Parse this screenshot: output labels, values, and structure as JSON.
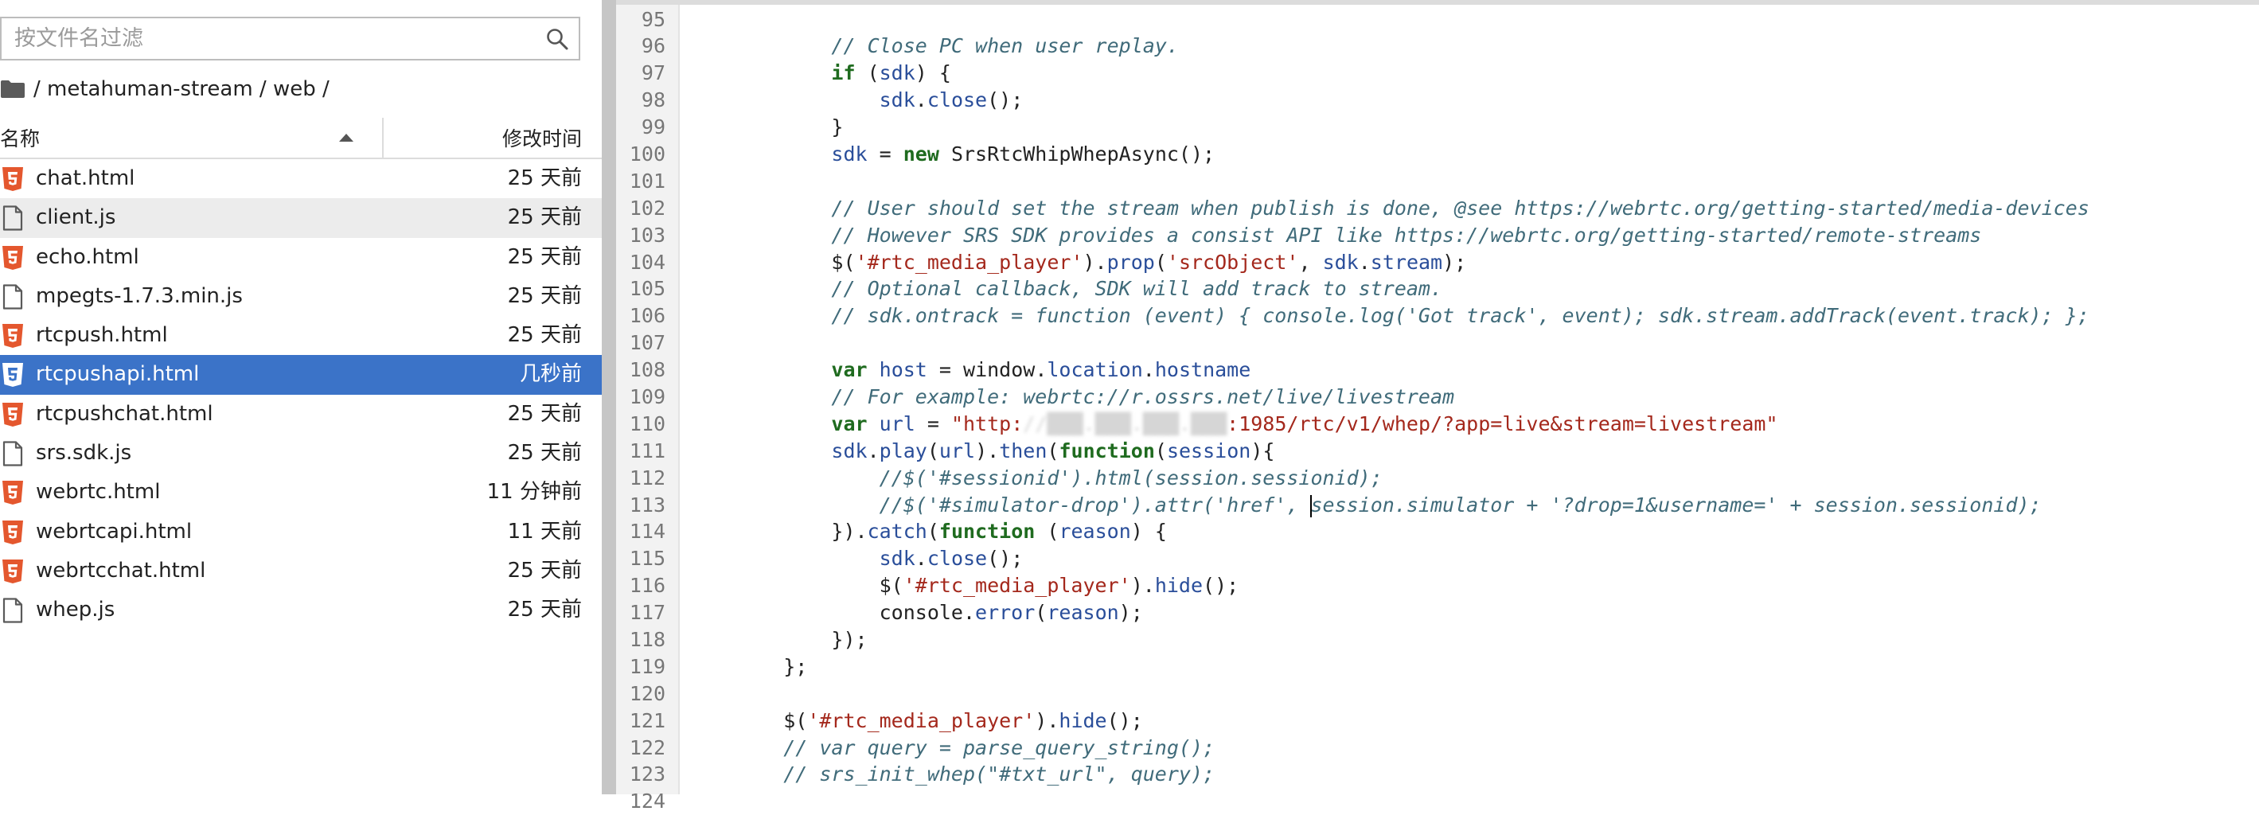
{
  "file_browser": {
    "filter_placeholder": "按文件名过滤",
    "filter_value": "",
    "breadcrumb": "/ metahuman-stream / web /",
    "columns": {
      "name": "名称",
      "modified": "修改时间"
    },
    "sort": {
      "column": "name",
      "direction": "ascending"
    },
    "files": [
      {
        "name": "chat.html",
        "modified": "25 天前",
        "icon": "html5-file-icon",
        "state": "normal"
      },
      {
        "name": "client.js",
        "modified": "25 天前",
        "icon": "generic-file-icon",
        "state": "hover"
      },
      {
        "name": "echo.html",
        "modified": "25 天前",
        "icon": "html5-file-icon",
        "state": "normal"
      },
      {
        "name": "mpegts-1.7.3.min.js",
        "modified": "25 天前",
        "icon": "generic-file-icon",
        "state": "normal"
      },
      {
        "name": "rtcpush.html",
        "modified": "25 天前",
        "icon": "html5-file-icon",
        "state": "normal"
      },
      {
        "name": "rtcpushapi.html",
        "modified": "几秒前",
        "icon": "html5-file-icon",
        "state": "selected"
      },
      {
        "name": "rtcpushchat.html",
        "modified": "25 天前",
        "icon": "html5-file-icon",
        "state": "normal"
      },
      {
        "name": "srs.sdk.js",
        "modified": "25 天前",
        "icon": "generic-file-icon",
        "state": "normal"
      },
      {
        "name": "webrtc.html",
        "modified": "11 分钟前",
        "icon": "html5-file-icon",
        "state": "normal"
      },
      {
        "name": "webrtcapi.html",
        "modified": "11 天前",
        "icon": "html5-file-icon",
        "state": "normal"
      },
      {
        "name": "webrtcchat.html",
        "modified": "25 天前",
        "icon": "html5-file-icon",
        "state": "normal"
      },
      {
        "name": "whep.js",
        "modified": "25 天前",
        "icon": "generic-file-icon",
        "state": "normal"
      }
    ]
  },
  "editor": {
    "first_line_number": 95,
    "cursor": {
      "line": 113
    },
    "lines": [
      {
        "n": 95,
        "tokens": []
      },
      {
        "n": 96,
        "tokens": [
          [
            "c-comment",
            "        // Close PC when user replay."
          ]
        ]
      },
      {
        "n": 97,
        "tokens": [
          [
            "c-keyword",
            "        if"
          ],
          [
            "c-ident",
            " ("
          ],
          [
            "c-prop",
            "sdk"
          ],
          [
            "c-ident",
            ") {"
          ]
        ]
      },
      {
        "n": 98,
        "tokens": [
          [
            "c-prop",
            "            sdk"
          ],
          [
            "c-ident",
            "."
          ],
          [
            "c-prop",
            "close"
          ],
          [
            "c-ident",
            "();"
          ]
        ]
      },
      {
        "n": 99,
        "tokens": [
          [
            "c-ident",
            "        }"
          ]
        ]
      },
      {
        "n": 100,
        "tokens": [
          [
            "c-prop",
            "        sdk"
          ],
          [
            "c-ident",
            " = "
          ],
          [
            "c-keyword",
            "new"
          ],
          [
            "c-ident",
            " SrsRtcWhipWhepAsync();"
          ]
        ]
      },
      {
        "n": 101,
        "tokens": []
      },
      {
        "n": 102,
        "tokens": [
          [
            "c-comment",
            "        // User should set the stream when publish is done, @see https://webrtc.org/getting-started/media-devices"
          ]
        ]
      },
      {
        "n": 103,
        "tokens": [
          [
            "c-comment",
            "        // However SRS SDK provides a consist API like https://webrtc.org/getting-started/remote-streams"
          ]
        ]
      },
      {
        "n": 104,
        "tokens": [
          [
            "c-ident",
            "        $("
          ],
          [
            "c-string",
            "'#rtc_media_player'"
          ],
          [
            "c-ident",
            ")."
          ],
          [
            "c-prop",
            "prop"
          ],
          [
            "c-ident",
            "("
          ],
          [
            "c-string",
            "'srcObject'"
          ],
          [
            "c-ident",
            ", "
          ],
          [
            "c-prop",
            "sdk"
          ],
          [
            "c-ident",
            "."
          ],
          [
            "c-prop",
            "stream"
          ],
          [
            "c-ident",
            ");"
          ]
        ]
      },
      {
        "n": 105,
        "tokens": [
          [
            "c-comment",
            "        // Optional callback, SDK will add track to stream."
          ]
        ]
      },
      {
        "n": 106,
        "tokens": [
          [
            "c-comment",
            "        // sdk.ontrack = function (event) { console.log('Got track', event); sdk.stream.addTrack(event.track); };"
          ]
        ]
      },
      {
        "n": 107,
        "tokens": []
      },
      {
        "n": 108,
        "tokens": [
          [
            "c-keyword",
            "        var"
          ],
          [
            "c-ident",
            " "
          ],
          [
            "c-prop",
            "host"
          ],
          [
            "c-ident",
            " = window."
          ],
          [
            "c-prop",
            "location"
          ],
          [
            "c-ident",
            "."
          ],
          [
            "c-prop",
            "hostname"
          ]
        ]
      },
      {
        "n": 109,
        "tokens": [
          [
            "c-comment",
            "        // For example: webrtc://r.ossrs.net/live/livestream"
          ]
        ]
      },
      {
        "n": 110,
        "tokens": [
          [
            "c-keyword",
            "        var"
          ],
          [
            "c-ident",
            " "
          ],
          [
            "c-prop",
            "url"
          ],
          [
            "c-ident",
            " = "
          ],
          [
            "c-string",
            "\"http:"
          ],
          [
            "c-blur",
            "//███.███.███.███"
          ],
          [
            "c-string",
            ":1985/rtc/v1/whep/?app=live&stream=livestream\""
          ]
        ]
      },
      {
        "n": 111,
        "tokens": [
          [
            "c-prop",
            "        sdk"
          ],
          [
            "c-ident",
            "."
          ],
          [
            "c-prop",
            "play"
          ],
          [
            "c-ident",
            "("
          ],
          [
            "c-prop",
            "url"
          ],
          [
            "c-ident",
            ")."
          ],
          [
            "c-prop",
            "then"
          ],
          [
            "c-ident",
            "("
          ],
          [
            "c-keyword",
            "function"
          ],
          [
            "c-ident",
            "("
          ],
          [
            "c-prop",
            "session"
          ],
          [
            "c-ident",
            "){"
          ]
        ]
      },
      {
        "n": 112,
        "tokens": [
          [
            "c-comment",
            "            //$('#sessionid').html(session.sessionid);"
          ]
        ]
      },
      {
        "n": 113,
        "tokens": [
          [
            "c-comment",
            "            //$('#simulator-drop').attr('href', "
          ],
          [
            "cursor",
            ""
          ],
          [
            "c-comment",
            "session.simulator + '?drop=1&username=' + session.sessionid);"
          ]
        ]
      },
      {
        "n": 114,
        "tokens": [
          [
            "c-ident",
            "        })."
          ],
          [
            "c-prop",
            "catch"
          ],
          [
            "c-ident",
            "("
          ],
          [
            "c-keyword",
            "function"
          ],
          [
            "c-ident",
            " ("
          ],
          [
            "c-prop",
            "reason"
          ],
          [
            "c-ident",
            ") {"
          ]
        ]
      },
      {
        "n": 115,
        "tokens": [
          [
            "c-prop",
            "            sdk"
          ],
          [
            "c-ident",
            "."
          ],
          [
            "c-prop",
            "close"
          ],
          [
            "c-ident",
            "();"
          ]
        ]
      },
      {
        "n": 116,
        "tokens": [
          [
            "c-ident",
            "            $("
          ],
          [
            "c-string",
            "'#rtc_media_player'"
          ],
          [
            "c-ident",
            ")."
          ],
          [
            "c-prop",
            "hide"
          ],
          [
            "c-ident",
            "();"
          ]
        ]
      },
      {
        "n": 117,
        "tokens": [
          [
            "c-ident",
            "            console."
          ],
          [
            "c-prop",
            "error"
          ],
          [
            "c-ident",
            "("
          ],
          [
            "c-prop",
            "reason"
          ],
          [
            "c-ident",
            ");"
          ]
        ]
      },
      {
        "n": 118,
        "tokens": [
          [
            "c-ident",
            "        });"
          ]
        ]
      },
      {
        "n": 119,
        "tokens": [
          [
            "c-ident",
            "    };"
          ]
        ]
      },
      {
        "n": 120,
        "tokens": []
      },
      {
        "n": 121,
        "tokens": [
          [
            "c-ident",
            "    $("
          ],
          [
            "c-string",
            "'#rtc_media_player'"
          ],
          [
            "c-ident",
            ")."
          ],
          [
            "c-prop",
            "hide"
          ],
          [
            "c-ident",
            "();"
          ]
        ]
      },
      {
        "n": 122,
        "tokens": [
          [
            "c-comment",
            "    // var query = parse_query_string();"
          ]
        ]
      },
      {
        "n": 123,
        "tokens": [
          [
            "c-comment",
            "    // srs_init_whep(\"#txt_url\", query);"
          ]
        ]
      },
      {
        "n": 124,
        "tokens": []
      }
    ]
  },
  "colors": {
    "selection": "#3b73c8",
    "hover_row": "#ececec",
    "html5_icon": "#e4572e",
    "comment": "#406b7a",
    "keyword": "#1f6b1f",
    "string": "#a4281c",
    "property": "#2a4e9a"
  }
}
